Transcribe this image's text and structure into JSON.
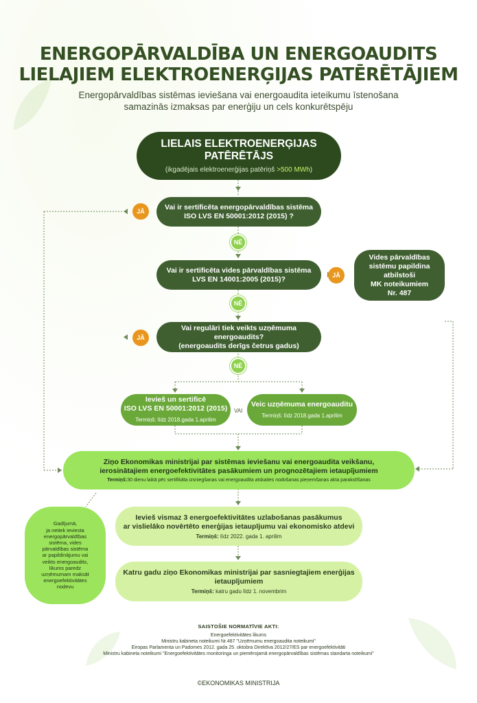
{
  "title": {
    "line1": "ENERGOPĀRVALDĪBA UN ENERGOAUDITS",
    "line2": "LIELAJIEM ELEKTROENERĢIJAS PATĒRĒTĀJIEM"
  },
  "subtitle": {
    "line1": "Energopārvaldības sistēmas ieviešana vai energoaudita ieteikumu īstenošana",
    "line2": "samazinās izmaksas par enerģiju un cels konkurētspēju"
  },
  "start": {
    "title_line1": "LIELAIS ELEKTROENERĢIJAS",
    "title_line2": "PATĒRĒTĀJS",
    "sub_prefix": "(ikgadējais elektroenerģijas patēriņš ",
    "sub_highlight": ">500 MWh",
    "sub_suffix": ")"
  },
  "questions": {
    "q1_line1": "Vai ir sertificēta energopārvaldības sistēma",
    "q1_line2": "ISO LVS EN 50001:2012 (2015) ?",
    "q2_line1": "Vai ir sertificēta vides pārvaldības sistēma",
    "q2_line2": "LVS EN 14001:2005 (2015)?",
    "q3_line1": "Vai regulāri tiek veikts uzņēmuma energoaudits?",
    "q3_line2": "(energoaudits derīgs četrus gadus)"
  },
  "badges": {
    "yes": "JĀ",
    "no": "NĒ"
  },
  "side_env": {
    "line1": "Vides pārvaldības",
    "line2": "sistēmu papildina",
    "line3": "atbilstoši",
    "line4": "MK noteikumiem",
    "line5": "Nr. 487"
  },
  "options": {
    "a_line1": "Ievieš un sertificē",
    "a_line2": "ISO LVS EN 50001:2012 (2015)",
    "a_term_label": "Termiņš:",
    "a_term": " līdz 2018.gada 1.aprilim",
    "or": "VAI",
    "b_line1": "Veic uzņēmuma energoauditu",
    "b_term_label": "Termiņš:",
    "b_term": " līdz 2018.gada 1.aprilim"
  },
  "report": {
    "line1": "Ziņo Ekonomikas ministrijai par sistēmas ieviešanu vai energoaudita veikšanu,",
    "line2": "ierosinātajiem  energoefektivitātes pasākumiem un prognozētajiem ietaupījumiem",
    "term_label": "Termiņš:",
    "term": "30 dienu laikā pēc sertifikāta izsniegšanas vai energoaudita atskaites nodošanas pieņemšanas akta parakstīšanas"
  },
  "measures": {
    "line1": "Ievieš vismaz 3 energoefektivitātes uzlabošanas pasākumus",
    "line2": "ar vislielāko novērtēto enerģijas ietaupījumu vai ekonomisko atdevi",
    "term_label": "Termiņš:",
    "term": " līdz 2022. gada 1. aprilim"
  },
  "annual": {
    "line1": "Katru gadu ziņo Ekonomikas ministrijai par sasniegtajiem enerģijas ietaupījumiem",
    "term_label": "Termiņš:",
    "term": " katru gadu līdz 1. novembrim"
  },
  "side_note": {
    "lines": [
      "Gadījumā,",
      "ja netiek ieviesta",
      "energopārvaldības",
      "sistēma, vides",
      "pārvaldības sistēma",
      "ar papildinājumu vai",
      "veikts energoaudits,",
      "likums paredz",
      "uzņēmumam maksāt",
      "energoefektivitātes",
      "nodevu"
    ]
  },
  "footer": {
    "heading": "SAISTOŠIE NORMATĪVIE AKTI:",
    "acts": [
      "Energoefektivitātes likums",
      "Ministru kabineta noteikumi Nr.487 \"Uzņēmumu energoaudita noteikumi\"",
      "Eiropas Parlamenta un Padomes 2012. gada 25. oktobra Direktīva 2012/27/ES par energoefektivitāti",
      "Ministru kabineta noteikumi \"Energoefektivitātes monitoringa un piemērojamā energopārvaldības sistēmas standarta noteikumi\""
    ],
    "copyright": "©EKONOMIKAS MINISTRIJA"
  },
  "colors": {
    "title": "#344f23",
    "dark_node": "#3f5f30",
    "start_node": "#2c4a1d",
    "mid_node": "#6aa83a",
    "lime_node": "#9be45b",
    "pale_node": "#d5f2a4",
    "yes_badge": "#e9961e",
    "no_badge": "#8fd14f",
    "connector": "#6d8a57"
  }
}
